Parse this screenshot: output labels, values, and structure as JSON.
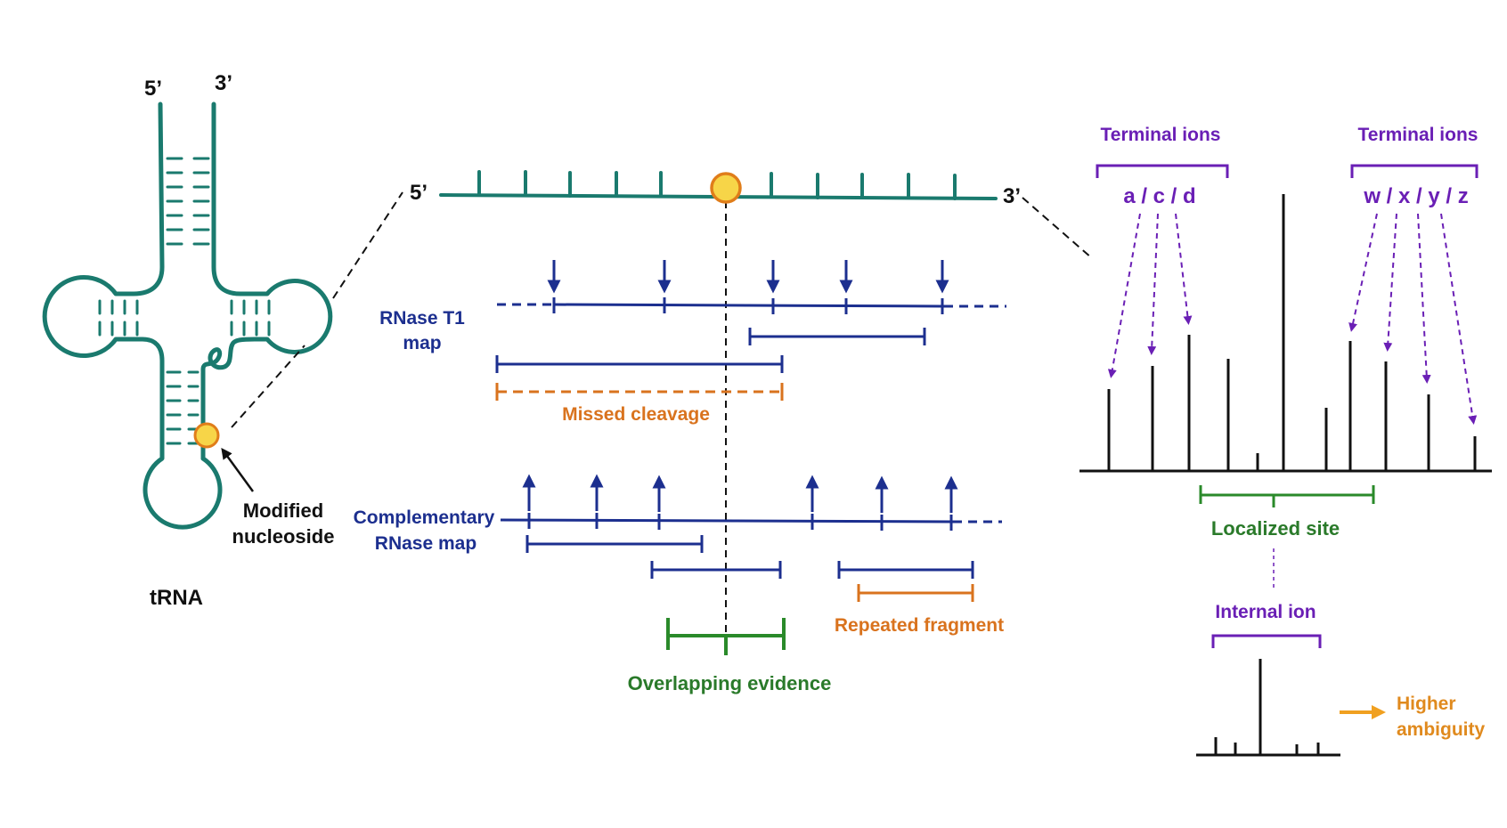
{
  "trna": {
    "five_prime": "5’",
    "three_prime": "3’",
    "modified_label_line1": "Modified",
    "modified_label_line2": "nucleoside",
    "name": "tRNA"
  },
  "strand": {
    "five_prime": "5’",
    "three_prime": "3’"
  },
  "rnase_t1": {
    "label_line1": "RNase T1",
    "label_line2": "map",
    "missed_cleavage": "Missed cleavage"
  },
  "complementary": {
    "label_line1": "Complementary",
    "label_line2": "RNase map",
    "repeated_fragment": "Repeated fragment",
    "overlapping_evidence": "Overlapping evidence"
  },
  "spectrum": {
    "terminal_left_title": "Terminal ions",
    "terminal_left_ions": "a / c / d",
    "terminal_right_title": "Terminal ions",
    "terminal_right_ions": "w / x / y / z",
    "localized_site": "Localized site",
    "internal_ion": "Internal ion",
    "ambiguity_line1": "Higher",
    "ambiguity_line2": "ambiguity"
  },
  "colors": {
    "teal": "#1a7a6e",
    "navy": "#1c2f8f",
    "orange": "#d9731e",
    "green": "#2a8a2a",
    "purple": "#6a1fb5",
    "yellow": "#f7d548",
    "gold": "#f0a020",
    "black": "#111111"
  }
}
